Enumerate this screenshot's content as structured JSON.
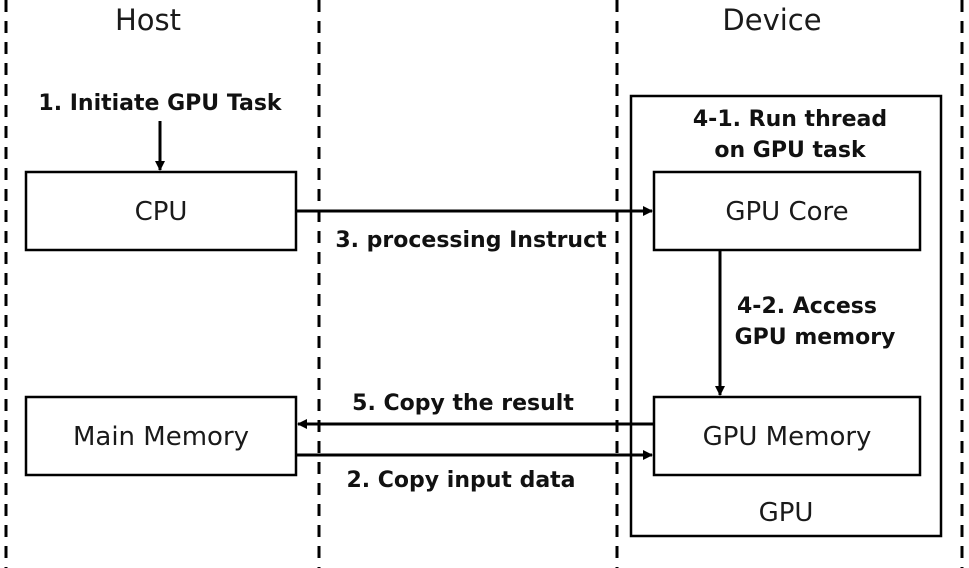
{
  "columns": {
    "host": "Host",
    "device": "Device"
  },
  "boxes": {
    "cpu": "CPU",
    "main_memory": "Main Memory",
    "gpu_core": "GPU Core",
    "gpu_memory": "GPU Memory",
    "gpu_container": "GPU"
  },
  "steps": {
    "initiate": "1. Initiate GPU Task",
    "copy_input": "2. Copy input data",
    "processing": "3. processing Instruct",
    "run_thread_line1": "4-1. Run thread",
    "run_thread_line2": "on GPU task",
    "access_mem_line1": "4-2. Access",
    "access_mem_line2": "GPU memory",
    "copy_result": "5. Copy the result"
  }
}
